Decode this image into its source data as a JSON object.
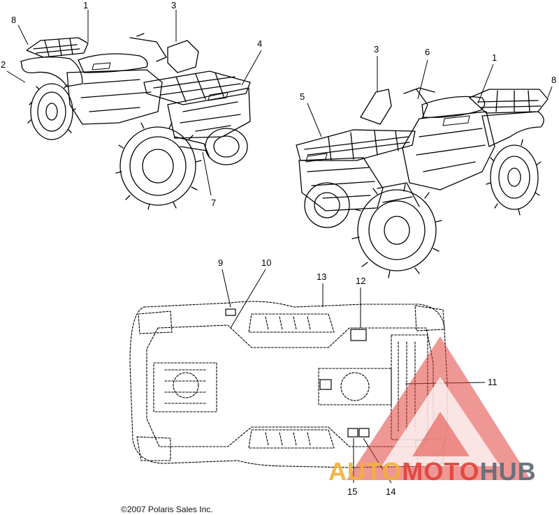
{
  "callouts": {
    "c1a": "1",
    "c2": "2",
    "c3a": "3",
    "c4": "4",
    "c7": "7",
    "c8a": "8",
    "c3b": "3",
    "c6": "6",
    "c1b": "1",
    "c8b": "8",
    "c5": "5",
    "c9": "9",
    "c10": "10",
    "c13": "13",
    "c12": "12",
    "c11": "11",
    "c15": "15",
    "c14": "14"
  },
  "copyright": "©2007 Polaris Sales Inc.",
  "watermark": {
    "part1": "AUTO",
    "part2": "MOTO",
    "part3": "HUB",
    "colors": {
      "auto": "#f2b03c",
      "moto": "#e2423c",
      "hub": "#626e7a"
    }
  },
  "illustration": {
    "views": [
      "atv-front-left-view",
      "atv-front-right-view",
      "atv-underside-view"
    ],
    "line_color": "#000000"
  }
}
